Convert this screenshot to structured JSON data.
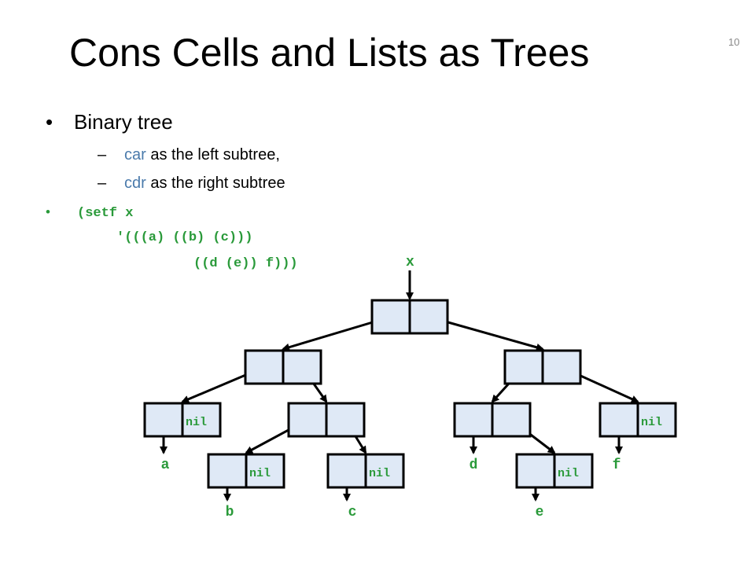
{
  "slide": {
    "title": "Cons Cells and Lists as Trees",
    "number": "10"
  },
  "bullets": {
    "main": "Binary tree",
    "main_marker": "•",
    "sub_marker": "–",
    "sub1_kw": "car",
    "sub1_rest": " as the left subtree,",
    "sub2_kw": "cdr",
    "sub2_rest": " as the right subtree"
  },
  "code": {
    "marker": "•",
    "line1": "(setf x",
    "line2": "'(((a) ((b) (c)))",
    "line3": "((d (e)) f)))"
  },
  "colors": {
    "keyword": "#4a7aab",
    "code": "#2a9a3a",
    "cell_fill": "#dfe9f6"
  },
  "tree": {
    "root_label": "x",
    "nil_label": "nil",
    "cells": [
      {
        "id": "root",
        "car": "ptr",
        "cdr": "ptr"
      },
      {
        "id": "L",
        "car": "ptr",
        "cdr": "ptr"
      },
      {
        "id": "R",
        "car": "ptr",
        "cdr": "ptr"
      },
      {
        "id": "LL",
        "car": "ptr",
        "cdr": "nil"
      },
      {
        "id": "LR",
        "car": "ptr",
        "cdr": "ptr"
      },
      {
        "id": "RL",
        "car": "ptr",
        "cdr": "ptr"
      },
      {
        "id": "RR",
        "car": "ptr",
        "cdr": "nil"
      },
      {
        "id": "LRL",
        "car": "ptr",
        "cdr": "nil"
      },
      {
        "id": "LRR",
        "car": "ptr",
        "cdr": "nil"
      },
      {
        "id": "RLR",
        "car": "ptr",
        "cdr": "nil"
      }
    ],
    "atoms": [
      {
        "id": "a",
        "label": "a"
      },
      {
        "id": "b",
        "label": "b"
      },
      {
        "id": "c",
        "label": "c"
      },
      {
        "id": "d",
        "label": "d"
      },
      {
        "id": "e",
        "label": "e"
      },
      {
        "id": "f",
        "label": "f"
      }
    ]
  }
}
